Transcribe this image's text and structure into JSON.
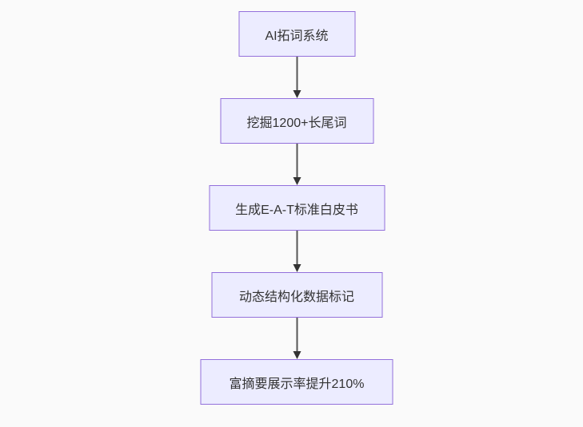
{
  "diagram": {
    "type": "flowchart",
    "direction": "top-down",
    "nodes": [
      {
        "id": "n1",
        "label": "AI拓词系统"
      },
      {
        "id": "n2",
        "label": "挖掘1200+长尾词"
      },
      {
        "id": "n3",
        "label": "生成E-A-T标准白皮书"
      },
      {
        "id": "n4",
        "label": "动态结构化数据标记"
      },
      {
        "id": "n5",
        "label": "富摘要展示率提升210%"
      }
    ],
    "edges": [
      {
        "from": "n1",
        "to": "n2"
      },
      {
        "from": "n2",
        "to": "n3"
      },
      {
        "from": "n3",
        "to": "n4"
      },
      {
        "from": "n4",
        "to": "n5"
      }
    ],
    "colors": {
      "background": "#FAFAFA",
      "node_fill": "#ECECFF",
      "node_border": "#9370DB",
      "edge_line": "#555555",
      "arrowhead": "#333333",
      "text": "#333333"
    }
  }
}
